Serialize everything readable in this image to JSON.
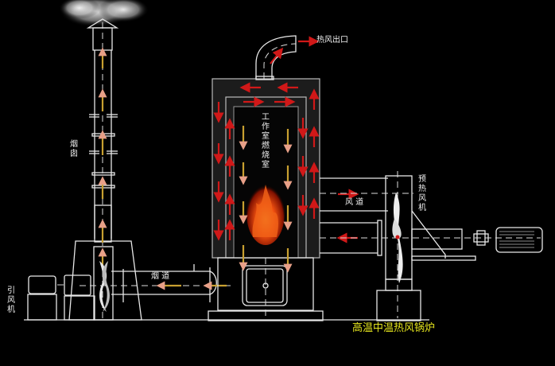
{
  "diagram": {
    "title": "高温中温热风锅炉",
    "labels": {
      "hot_air_outlet": "热风出口",
      "chamber": [
        "工",
        "作",
        "室",
        "燃",
        "烧",
        "室"
      ],
      "chimney": [
        "烟",
        "囱"
      ],
      "air_duct": "风 道",
      "flue": "烟 道",
      "preheat_fan": [
        "预",
        "热",
        "风",
        "机"
      ],
      "induced_fan": [
        "引",
        "风",
        "机"
      ]
    },
    "colors": {
      "background": "#000000",
      "line": "#e8e8e8",
      "hot_air_arrow": "#d01818",
      "flue_arrow_shaft": "#c8a030",
      "flue_arrow_head": "#e8a088",
      "title": "#e6e61e"
    }
  }
}
